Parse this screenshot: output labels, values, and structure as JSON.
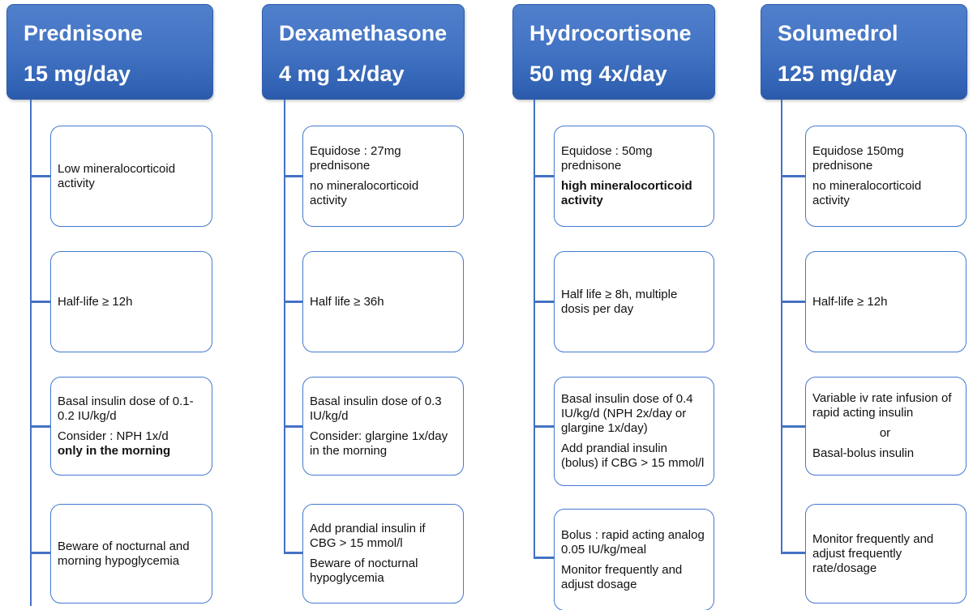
{
  "diagram": {
    "colors": {
      "header_gradient_top": "#507fcb",
      "header_gradient_bottom": "#2c5aab",
      "box_border": "#4479cf",
      "connector": "#4472C4",
      "header_text": "#ffffff",
      "body_text": "#111111"
    },
    "columns": [
      {
        "id": "prednisone",
        "header": {
          "line1": "Prednisone",
          "line2": "15 mg/day"
        },
        "boxes": [
          {
            "paragraphs": [
              {
                "text": "Low mineralocorticoid activity"
              }
            ]
          },
          {
            "paragraphs": [
              {
                "text": "Half-life ≥ 12h"
              }
            ]
          },
          {
            "paragraphs": [
              {
                "text": "Basal insulin dose of 0.1-0.2 IU/kg/d"
              },
              {
                "text": "Consider : NPH 1x/d"
              },
              {
                "text": "only in the morning",
                "bold": true,
                "tight": true
              }
            ]
          },
          {
            "paragraphs": [
              {
                "text": "Beware of nocturnal and morning hypoglycemia"
              }
            ]
          }
        ]
      },
      {
        "id": "dexamethasone",
        "header": {
          "line1": "Dexamethasone",
          "line2": "4 mg 1x/day"
        },
        "boxes": [
          {
            "paragraphs": [
              {
                "text": "Equidose : 27mg prednisone"
              },
              {
                "text": "no mineralocorticoid activity"
              }
            ]
          },
          {
            "paragraphs": [
              {
                "text": "Half life ≥ 36h"
              }
            ]
          },
          {
            "paragraphs": [
              {
                "text": "Basal insulin dose of 0.3 IU/kg/d"
              },
              {
                "text": "Consider: glargine 1x/day in the morning"
              }
            ]
          },
          {
            "paragraphs": [
              {
                "text": "Add prandial insulin if CBG > 15 mmol/l"
              },
              {
                "text": "Beware of nocturnal hypoglycemia"
              }
            ]
          }
        ]
      },
      {
        "id": "hydrocortisone",
        "header": {
          "line1": "Hydrocortisone",
          "line2": "50 mg 4x/day"
        },
        "boxes": [
          {
            "paragraphs": [
              {
                "text": "Equidose : 50mg prednisone"
              },
              {
                "text": "high mineralocorticoid activity",
                "bold": true
              }
            ]
          },
          {
            "paragraphs": [
              {
                "text": "Half life ≥ 8h, multiple dosis per day"
              }
            ]
          },
          {
            "paragraphs": [
              {
                "text": "Basal insulin dose of 0.4 IU/kg/d (NPH 2x/day or glargine 1x/day)"
              },
              {
                "text": "Add prandial insulin (bolus) if CBG > 15 mmol/l"
              }
            ]
          },
          {
            "paragraphs": [
              {
                "text": "Bolus : rapid acting analog 0.05 IU/kg/meal"
              },
              {
                "text": "Monitor frequently and adjust dosage"
              }
            ]
          }
        ]
      },
      {
        "id": "solumedrol",
        "header": {
          "line1": "Solumedrol",
          "line2": "125 mg/day"
        },
        "boxes": [
          {
            "paragraphs": [
              {
                "text": "Equidose 150mg prednisone"
              },
              {
                "text": "no mineralocorticoid activity"
              }
            ]
          },
          {
            "paragraphs": [
              {
                "text": "Half-life ≥ 12h"
              }
            ]
          },
          {
            "paragraphs": [
              {
                "text": "Variable iv rate infusion of rapid acting insulin"
              },
              {
                "text": "or",
                "align": "center"
              },
              {
                "text": "Basal-bolus insulin"
              }
            ]
          },
          {
            "paragraphs": [
              {
                "text": "Monitor frequently and adjust frequently rate/dosage"
              }
            ]
          }
        ]
      }
    ]
  }
}
